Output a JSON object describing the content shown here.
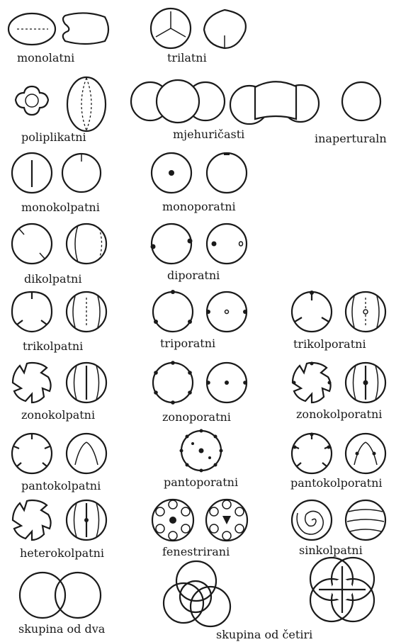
{
  "labels": {
    "monolatni": "monolatni",
    "trilatni": "trilatni",
    "poliplikatni": "poliplikatni",
    "mjehuricasti": "mjehuričasti",
    "inaperturaln": "inaperturaln",
    "monokolpatni": "monokolpatni",
    "monoporatni": "monoporatni",
    "dikolpatni": "dikolpatni",
    "diporatni": "diporatni",
    "trikolpatni": "trikolpatni",
    "triporatni": "triporatni",
    "trikolporatni": "trikolporatni",
    "zonokolpatni": "zonokolpatni",
    "zonoporatni": "zonoporatni",
    "zonokolporatni": "zonokolporatni",
    "pantokolpatni": "pantokolpatni",
    "pantoporatni": "pantoporatni",
    "pantokolporatni": "pantokolporatni",
    "heterokolpatni": "heterokolpatni",
    "fenestrirani": "fenestrirani",
    "sinkolpatni": "sinkolpatni",
    "skupina_dva": "skupina od dva",
    "skupina_cetiri": "skupina od četiri"
  }
}
